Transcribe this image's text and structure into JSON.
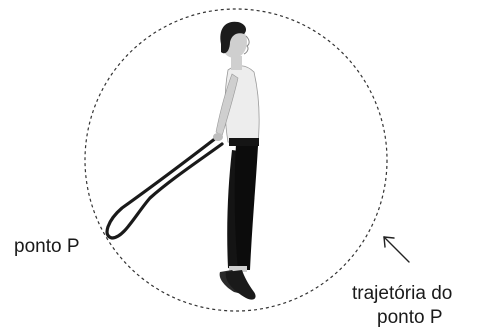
{
  "labels": {
    "point": "ponto P",
    "trajectory_line1": "trajetória do",
    "trajectory_line2": "ponto P"
  },
  "colors": {
    "circle": "#333333",
    "arrow": "#222222",
    "rope": "#1a1a1a",
    "leggings": "#0c0c0c",
    "top": "#ededed",
    "skin": "#cfcfcf",
    "hair": "#1c1c1c",
    "shoe": "#2a2a2a"
  },
  "icons": {
    "arrow": "arrow-up-left-icon"
  }
}
